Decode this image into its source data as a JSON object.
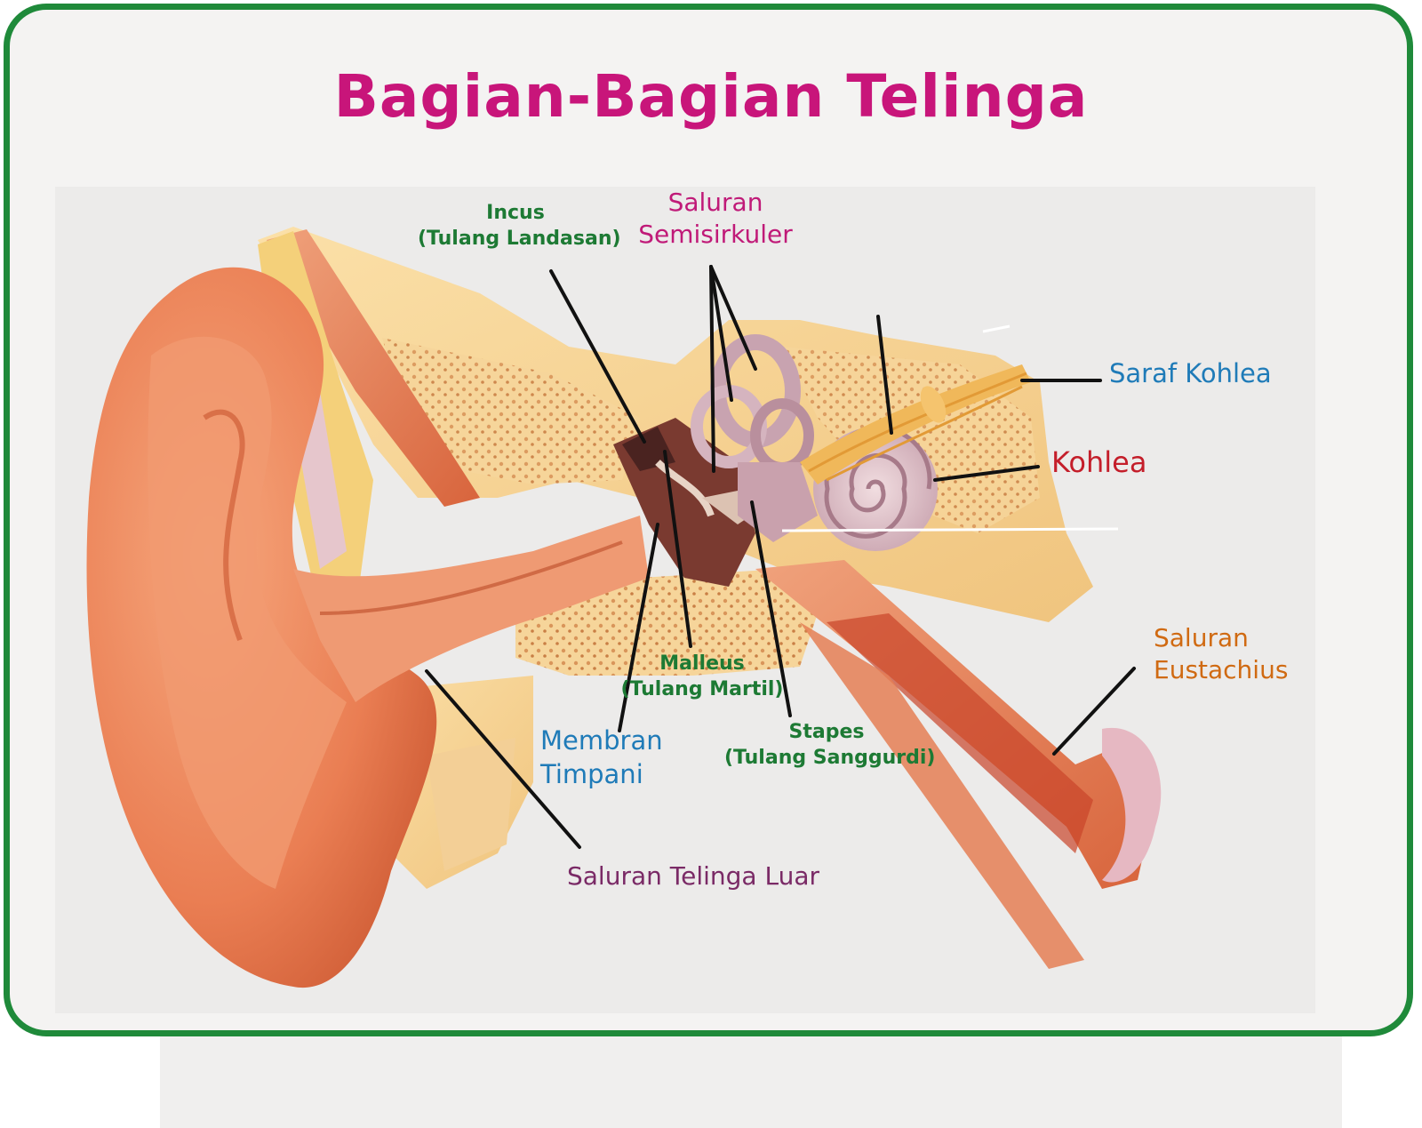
{
  "title": "Bagian-Bagian Telinga",
  "colors": {
    "frame": "#1f8a3a",
    "title": "#c8157a",
    "green_label": "#1d7a34",
    "magenta_label": "#c01a78",
    "blue_label": "#1f7bb8",
    "red_label": "#c41e2a",
    "orange_label": "#d06a12",
    "purple_label": "#7a2a66"
  },
  "labels": {
    "incus": {
      "name": "Incus",
      "sub": "(Tulang Landasan)"
    },
    "semicircular": {
      "line1": "Saluran",
      "line2": "Semisirkuler"
    },
    "cochlear_nerve": "Saraf Kohlea",
    "cochlea": "Kohlea",
    "eustachian": {
      "line1": "Saluran",
      "line2": "Eustachius"
    },
    "malleus": {
      "name": "Malleus",
      "sub": "(Tulang Martil)"
    },
    "tympanic": {
      "line1": "Membran",
      "line2": "Timpani"
    },
    "stapes": {
      "name": "Stapes",
      "sub": "(Tulang Sanggurdi)"
    },
    "ear_canal": "Saluran Telinga Luar"
  },
  "illustration": {
    "subject": "cross-section of the human ear",
    "icons": [
      "outer-ear-icon",
      "ear-canal-icon",
      "ossicles-icon",
      "semicircular-canals-icon",
      "cochlea-icon",
      "cochlear-nerve-icon",
      "eustachian-tube-icon"
    ]
  }
}
